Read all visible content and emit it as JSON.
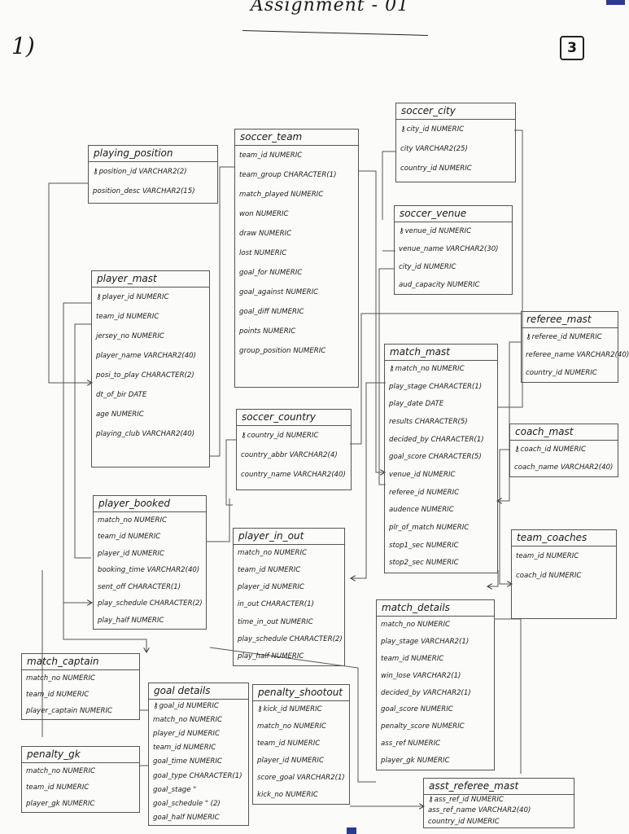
{
  "header": {
    "title": "Assignment - 01",
    "question": "1)",
    "page": "3"
  },
  "entities": [
    {
      "id": "playing_position",
      "name": "playing_position",
      "fields": [
        {
          "text": "position_id VARCHAR2(2)",
          "key": true
        },
        {
          "text": "position_desc VARCHAR2(15)",
          "key": false
        }
      ]
    },
    {
      "id": "soccer_team",
      "name": "soccer_team",
      "fields": [
        {
          "text": "team_id NUMERIC",
          "key": false
        },
        {
          "text": "team_group CHARACTER(1)",
          "key": false
        },
        {
          "text": "match_played NUMERIC",
          "key": false
        },
        {
          "text": "won NUMERIC",
          "key": false
        },
        {
          "text": "draw NUMERIC",
          "key": false
        },
        {
          "text": "lost NUMERIC",
          "key": false
        },
        {
          "text": "goal_for NUMERIC",
          "key": false
        },
        {
          "text": "goal_against NUMERIC",
          "key": false
        },
        {
          "text": "goal_diff NUMERIC",
          "key": false
        },
        {
          "text": "points NUMERIC",
          "key": false
        },
        {
          "text": "group_position NUMERIC",
          "key": false
        }
      ]
    },
    {
      "id": "soccer_city",
      "name": "soccer_city",
      "fields": [
        {
          "text": "city_id NUMERIC",
          "key": true
        },
        {
          "text": "city VARCHAR2(25)",
          "key": false
        },
        {
          "text": "country_id NUMERIC",
          "key": false
        }
      ]
    },
    {
      "id": "soccer_venue",
      "name": "soccer_venue",
      "fields": [
        {
          "text": "venue_id NUMERIC",
          "key": true
        },
        {
          "text": "venue_name VARCHAR2(30)",
          "key": false
        },
        {
          "text": "city_id NUMERIC",
          "key": false
        },
        {
          "text": "aud_capacity NUMERIC",
          "key": false
        }
      ]
    },
    {
      "id": "player_mast",
      "name": "player_mast",
      "fields": [
        {
          "text": "player_id NUMERIC",
          "key": true
        },
        {
          "text": "team_id NUMERIC",
          "key": false
        },
        {
          "text": "jersey_no NUMERIC",
          "key": false
        },
        {
          "text": "player_name VARCHAR2(40)",
          "key": false
        },
        {
          "text": "posi_to_play CHARACTER(2)",
          "key": false
        },
        {
          "text": "dt_of_bir DATE",
          "key": false
        },
        {
          "text": "age NUMERIC",
          "key": false
        },
        {
          "text": "playing_club VARCHAR2(40)",
          "key": false
        }
      ]
    },
    {
      "id": "referee_mast",
      "name": "referee_mast",
      "fields": [
        {
          "text": "referee_id NUMERIC",
          "key": true
        },
        {
          "text": "referee_name VARCHAR2(40)",
          "key": false
        },
        {
          "text": "country_id NUMERIC",
          "key": false
        }
      ]
    },
    {
      "id": "match_mast",
      "name": "match_mast",
      "fields": [
        {
          "text": "match_no NUMERIC",
          "key": true
        },
        {
          "text": "play_stage CHARACTER(1)",
          "key": false
        },
        {
          "text": "play_date DATE",
          "key": false
        },
        {
          "text": "results CHARACTER(5)",
          "key": false
        },
        {
          "text": "decided_by CHARACTER(1)",
          "key": false
        },
        {
          "text": "goal_score CHARACTER(5)",
          "key": false
        },
        {
          "text": "venue_id NUMERIC",
          "key": false
        },
        {
          "text": "referee_id NUMERIC",
          "key": false
        },
        {
          "text": "audence NUMERIC",
          "key": false
        },
        {
          "text": "plr_of_match NUMERIC",
          "key": false
        },
        {
          "text": "stop1_sec NUMERIC",
          "key": false
        },
        {
          "text": "stop2_sec NUMERIC",
          "key": false
        }
      ]
    },
    {
      "id": "soccer_country",
      "name": "soccer_country",
      "fields": [
        {
          "text": "country_id NUMERIC",
          "key": true
        },
        {
          "text": "country_abbr VARCHAR2(4)",
          "key": false
        },
        {
          "text": "country_name VARCHAR2(40)",
          "key": false
        }
      ]
    },
    {
      "id": "coach_mast",
      "name": "coach_mast",
      "fields": [
        {
          "text": "coach_id NUMERIC",
          "key": true
        },
        {
          "text": "coach_name VARCHAR2(40)",
          "key": false
        }
      ]
    },
    {
      "id": "player_booked",
      "name": "player_booked",
      "fields": [
        {
          "text": "match_no NUMERIC",
          "key": false
        },
        {
          "text": "team_id NUMERIC",
          "key": false
        },
        {
          "text": "player_id NUMERIC",
          "key": false
        },
        {
          "text": "booking_time VARCHAR2(40)",
          "key": false
        },
        {
          "text": "sent_off CHARACTER(1)",
          "key": false
        },
        {
          "text": "play_schedule CHARACTER(2)",
          "key": false
        },
        {
          "text": "play_half NUMERIC",
          "key": false
        }
      ]
    },
    {
      "id": "player_in_out",
      "name": "player_in_out",
      "fields": [
        {
          "text": "match_no NUMERIC",
          "key": false
        },
        {
          "text": "team_id NUMERIC",
          "key": false
        },
        {
          "text": "player_id NUMERIC",
          "key": false
        },
        {
          "text": "in_out CHARACTER(1)",
          "key": false
        },
        {
          "text": "time_in_out NUMERIC",
          "key": false
        },
        {
          "text": "play_schedule CHARACTER(2)",
          "key": false
        },
        {
          "text": "play_half NUMERIC",
          "key": false
        }
      ]
    },
    {
      "id": "team_coaches",
      "name": "team_coaches",
      "fields": [
        {
          "text": "team_id NUMERIC",
          "key": false
        },
        {
          "text": "coach_id NUMERIC",
          "key": false
        }
      ]
    },
    {
      "id": "match_details",
      "name": "match_details",
      "fields": [
        {
          "text": "match_no NUMERIC",
          "key": false
        },
        {
          "text": "play_stage VARCHAR2(1)",
          "key": false
        },
        {
          "text": "team_id NUMERIC",
          "key": false
        },
        {
          "text": "win_lose VARCHAR2(1)",
          "key": false
        },
        {
          "text": "decided_by VARCHAR2(1)",
          "key": false
        },
        {
          "text": "goal_score NUMERIC",
          "key": false
        },
        {
          "text": "penalty_score NUMERIC",
          "key": false
        },
        {
          "text": "ass_ref NUMERIC",
          "key": false
        },
        {
          "text": "player_gk NUMERIC",
          "key": false
        }
      ]
    },
    {
      "id": "match_captain",
      "name": "match_captain",
      "fields": [
        {
          "text": "match_no NUMERIC",
          "key": false
        },
        {
          "text": "team_id NUMERIC",
          "key": false
        },
        {
          "text": "player_captain NUMERIC",
          "key": false
        }
      ]
    },
    {
      "id": "goal_details",
      "name": "goal details",
      "fields": [
        {
          "text": "goal_id NUMERIC",
          "key": true
        },
        {
          "text": "match_no NUMERIC",
          "key": false
        },
        {
          "text": "player_id NUMERIC",
          "key": false
        },
        {
          "text": "team_id NUMERIC",
          "key": false
        },
        {
          "text": "goal_time NUMERIC",
          "key": false
        },
        {
          "text": "goal_type CHARACTER(1)",
          "key": false
        },
        {
          "text": "goal_stage \"",
          "key": false
        },
        {
          "text": "goal_schedule \" (2)",
          "key": false
        },
        {
          "text": "goal_half NUMERIC",
          "key": false
        }
      ]
    },
    {
      "id": "penalty_shootout",
      "name": "penalty_shootout",
      "fields": [
        {
          "text": "kick_id NUMERIC",
          "key": true
        },
        {
          "text": "match_no NUMERIC",
          "key": false
        },
        {
          "text": "team_id NUMERIC",
          "key": false
        },
        {
          "text": "player_id NUMERIC",
          "key": false
        },
        {
          "text": "score_goal VARCHAR2(1)",
          "key": false
        },
        {
          "text": "kick_no NUMERIC",
          "key": false
        }
      ]
    },
    {
      "id": "penalty_gk",
      "name": "penalty_gk",
      "fields": [
        {
          "text": "match_no NUMERIC",
          "key": false
        },
        {
          "text": "team_id NUMERIC",
          "key": false
        },
        {
          "text": "player_gk NUMERIC",
          "key": false
        }
      ]
    },
    {
      "id": "asst_referee_mast",
      "name": "asst_referee_mast",
      "fields": [
        {
          "text": "ass_ref_id NUMERIC",
          "key": true
        },
        {
          "text": "ass_ref_name VARCHAR2(40)",
          "key": false
        },
        {
          "text": "country_id NUMERIC",
          "key": false
        }
      ]
    }
  ]
}
